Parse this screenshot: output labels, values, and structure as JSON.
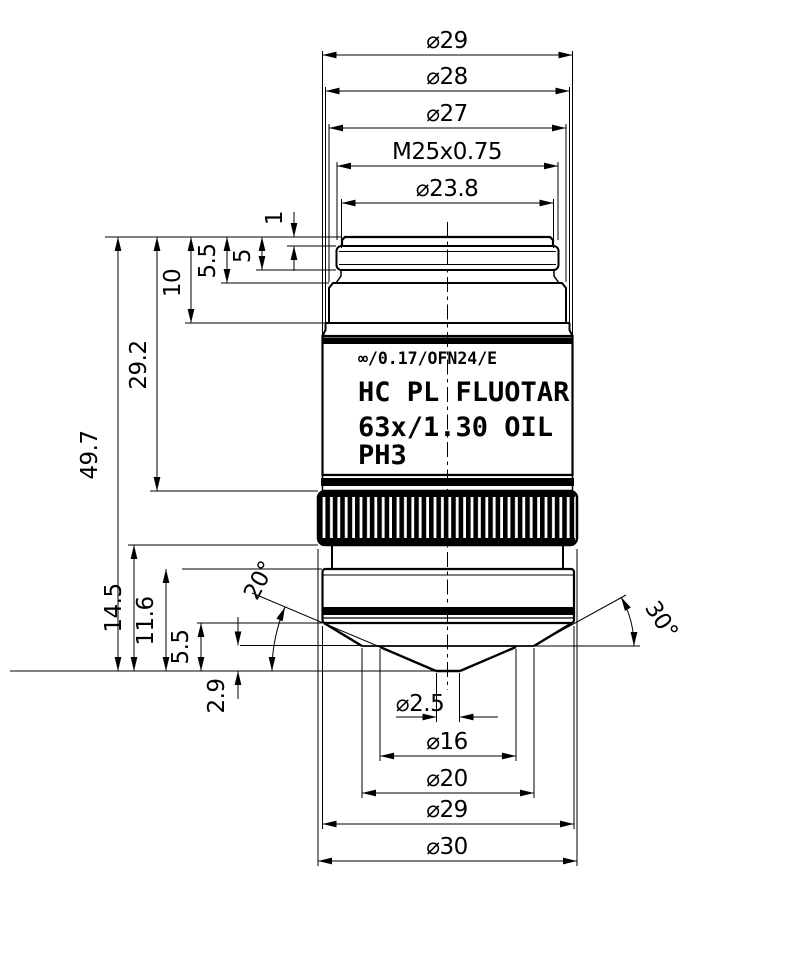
{
  "engraving": {
    "line1": "∞/0.17/OFN24/E",
    "line2": "HC PL FLUOTAR",
    "line3": "63x/1.30 OIL",
    "line4": "PH3"
  },
  "dimensions": {
    "top": {
      "d29": "⌀29",
      "d28": "⌀28",
      "d27": "⌀27",
      "thread": "M25x0.75",
      "d23_8": "⌀23.8"
    },
    "left": {
      "overall": "49.7",
      "to_knurl": "29.2",
      "to_flange_bottom": "10",
      "to_flange": "5.5",
      "thread_len": "5",
      "step": "1"
    },
    "lower_left": {
      "knurl_to_front": "14.5",
      "ring_to_front": "11.6",
      "ring_bottom_to_front": "5.5",
      "cone": "2.9"
    },
    "angles": {
      "inner_cone": "20°",
      "outer_chamfer": "30°"
    },
    "bottom": {
      "front_lens": "⌀2.5",
      "d16": "⌀16",
      "d20": "⌀20",
      "d29": "⌀29",
      "d30": "⌀30"
    }
  },
  "colors": {
    "line": "#000000",
    "background": "#ffffff"
  }
}
